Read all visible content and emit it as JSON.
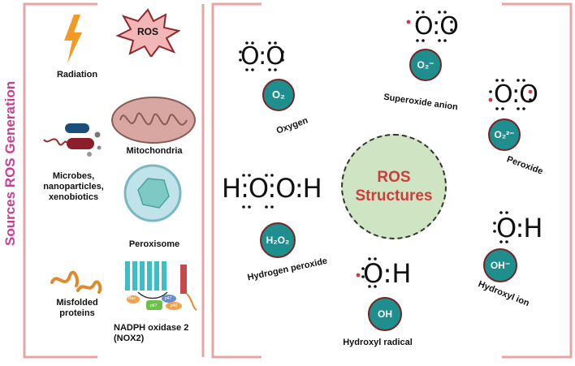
{
  "sources_title": "Sources ROS Generation",
  "sources": {
    "ros_label": "ROS",
    "radiation": "Radiation",
    "mitochondria": "Mitochondria",
    "microbes": "Microbes,\nnanoparticles,\nxenobiotics",
    "peroxisome": "Peroxisome",
    "misfolded": "Misfolded\nproteins",
    "nadph": "NADPH oxidase 2\n(NOX2)",
    "nox_sub_rac": "Rac",
    "nox_sub_p67": "p67",
    "nox_sub_p47": "p47",
    "nox_sub_p40": "p40"
  },
  "center": {
    "label": "ROS\nStructures"
  },
  "structures": {
    "oxygen": {
      "formula": "O:O",
      "bubble": "O₂",
      "label": "Oxygen"
    },
    "superoxide": {
      "formula": "O:O",
      "bubble": "O₂⁻",
      "label": "Superoxide anion"
    },
    "peroxide": {
      "formula": "O:O",
      "bubble": "O₂²⁻",
      "label": "Peroxide"
    },
    "hydrogen_peroxide": {
      "formula": "H:O:O:H",
      "bubble": "H₂O₂",
      "label": "Hydrogen peroxide"
    },
    "hydroxyl_radical": {
      "formula": "O:H",
      "bubble": "OH",
      "label": "Hydroxyl radical"
    },
    "hydroxyl_ion": {
      "formula": "O:H",
      "bubble": "OH⁻",
      "label": "Hydroxyl ion"
    }
  },
  "colors": {
    "frame": "#e8a3a3",
    "title": "#cc3d92",
    "teal": "#1e8e8e",
    "red": "#d13b3b"
  }
}
